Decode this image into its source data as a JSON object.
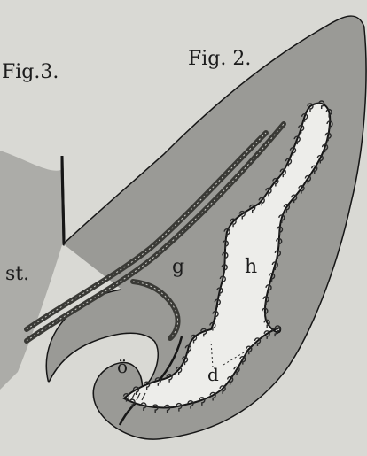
{
  "figure_labels": {
    "fig3": "Fig.3.",
    "fig2": "Fig. 2."
  },
  "part_labels": {
    "st": "st.",
    "g": "g",
    "h": "h",
    "o": "ö",
    "d": "d"
  },
  "colors": {
    "paper": "#d9d9d4",
    "tissue": "#9a9a96",
    "tissue_dark": "#7d7d79",
    "outline": "#161616",
    "lumen": "#ededea",
    "stroke_marks": "#2a2a2a"
  }
}
